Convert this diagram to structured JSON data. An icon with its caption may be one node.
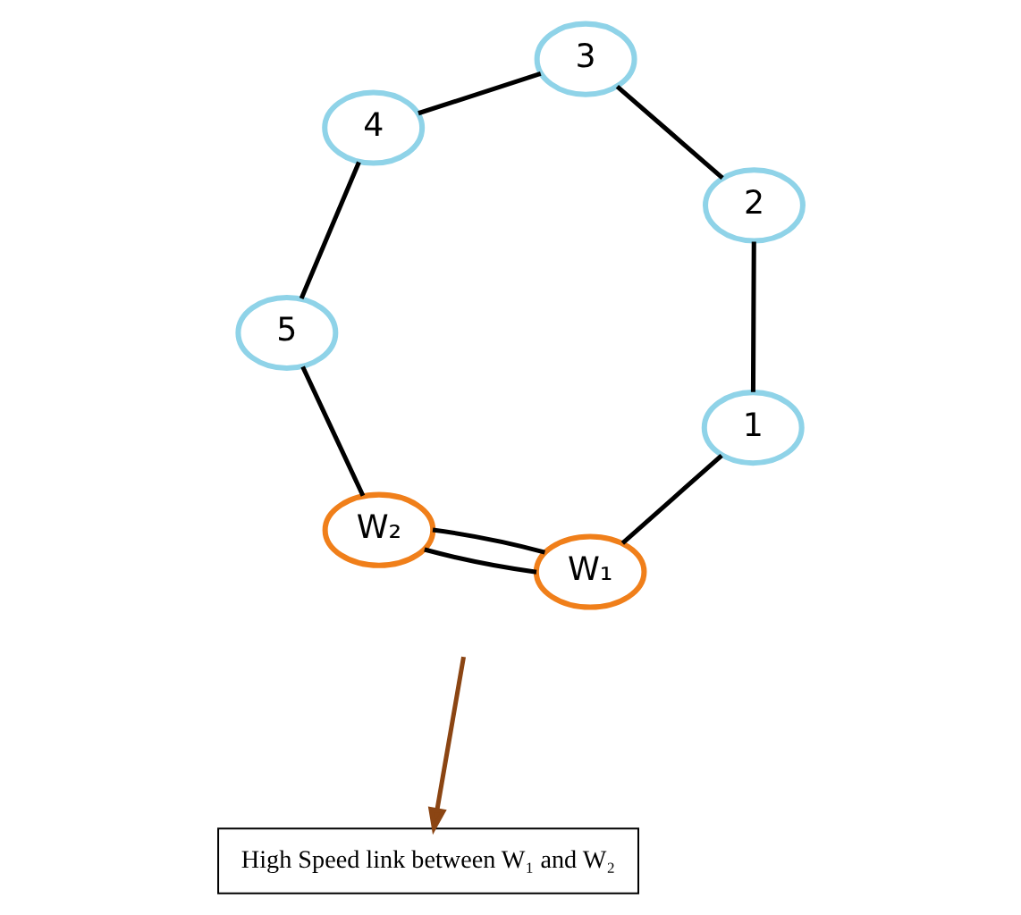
{
  "diagram": {
    "nodes": [
      {
        "text": [
          "1"
        ]
      },
      {
        "text": [
          "2"
        ]
      },
      {
        "text": [
          "3"
        ]
      },
      {
        "text": [
          "4"
        ]
      },
      {
        "text": [
          "5"
        ]
      },
      {
        "text": [
          "W₁"
        ]
      },
      {
        "text": [
          "W₂"
        ]
      },
      {
        "text": [
          "High Speed link between W₁ and W₂"
        ]
      }
    ],
    "edges": [
      {
        "from": 0,
        "to": 1,
        "arrow": "none"
      },
      {
        "from": 1,
        "to": 2,
        "arrow": "none"
      },
      {
        "from": 2,
        "to": 3,
        "arrow": "none"
      },
      {
        "from": 3,
        "to": 4,
        "arrow": "none"
      },
      {
        "from": 0,
        "to": 5,
        "arrow": "none"
      },
      {
        "from": 5,
        "to": 6,
        "arrow": "none"
      },
      {
        "from": 5,
        "to": 6,
        "arrow": "none"
      },
      {
        "from": 6,
        "to": 4,
        "arrow": "none"
      },
      {
        "from": null,
        "to": 7,
        "arrow": "to",
        "color": "#8b4513"
      }
    ]
  }
}
